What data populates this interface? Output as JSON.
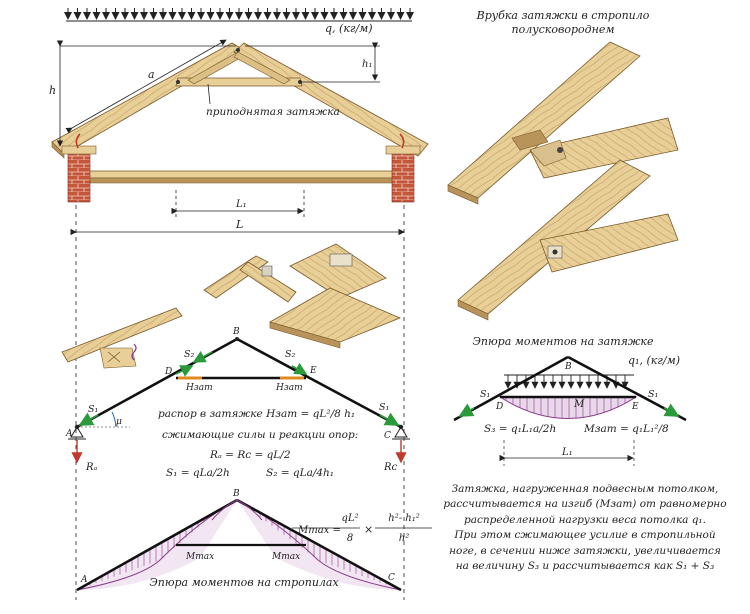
{
  "top_diagram": {
    "load_label": "q, (кг/м)",
    "h_label": "h",
    "h1_label": "h₁",
    "a_label": "a",
    "tie_label": "приподнятая затяжка",
    "l1_label": "L₁",
    "l_label": "L"
  },
  "joint_title": [
    "Врубка затяжки в стропило",
    "полусковороднем"
  ],
  "truss_calc": {
    "node_labels": {
      "a": "A",
      "b": "B",
      "c": "C",
      "d": "D",
      "e": "E"
    },
    "s1_left": "S₁",
    "s1_right": "S₁",
    "s2_left": "S₂",
    "s2_right": "S₂",
    "h_left": "Hзат",
    "h_right": "Hзат",
    "mu": "μ",
    "ra_label": "Rₐ",
    "rc_label": "Rᴄ",
    "formula_1": "распор в затяжке  Hзат = qL²/8 h₁",
    "formula_2": "сжимающие силы и реакции опор:",
    "formula_3": "Rₐ = Rᴄ = qL/2",
    "formula_4a": "S₁ = qLa/2h",
    "formula_4b": "S₂ = qLa/4h₁"
  },
  "tie_moment": {
    "title": "Эпюра моментов на затяжке",
    "load_label": "q₁, (кг/м)",
    "b": "B",
    "d": "D",
    "e": "E",
    "m": "M",
    "s1_left": "S₁",
    "s1_right": "S₁",
    "f_left": "S₃ = q₁L₁a/2h",
    "f_right": "Mзат = q₁L₁²/8",
    "l1_label": "L₁"
  },
  "description": [
    "Затяжка, нагруженная подвесным потолком,",
    "рассчитывается на изгиб (Mзат) от равномерно",
    "распределенной нагрузки веса потолка q₁.",
    "При этом сжимающее усилие в стропильной",
    "ноге, в сечении ниже затяжки, увеличивается",
    "на величину S₃ и рассчитывается как S₁ + S₃"
  ],
  "rafter_moment": {
    "b": "B",
    "a": "A",
    "c": "C",
    "mmax_left": "Mmax",
    "mmax_right": "Mmax",
    "formula_lhs": "Mmax =",
    "frac1_num": "qL²",
    "frac1_den": "8",
    "times": "×",
    "frac2_num": "h²- h₁²",
    "frac2_den": "h²",
    "title": "Эпюра моментов на стропилах"
  },
  "colors": {
    "wood": "#e8cf98",
    "wood_dark": "#b8935a",
    "brick": "#c5563a",
    "force_arrow": "#2a9a3a",
    "moment_fill": "#8a3a8a",
    "tie_orange": "#e08a1e",
    "reaction_red": "#c0392b"
  }
}
